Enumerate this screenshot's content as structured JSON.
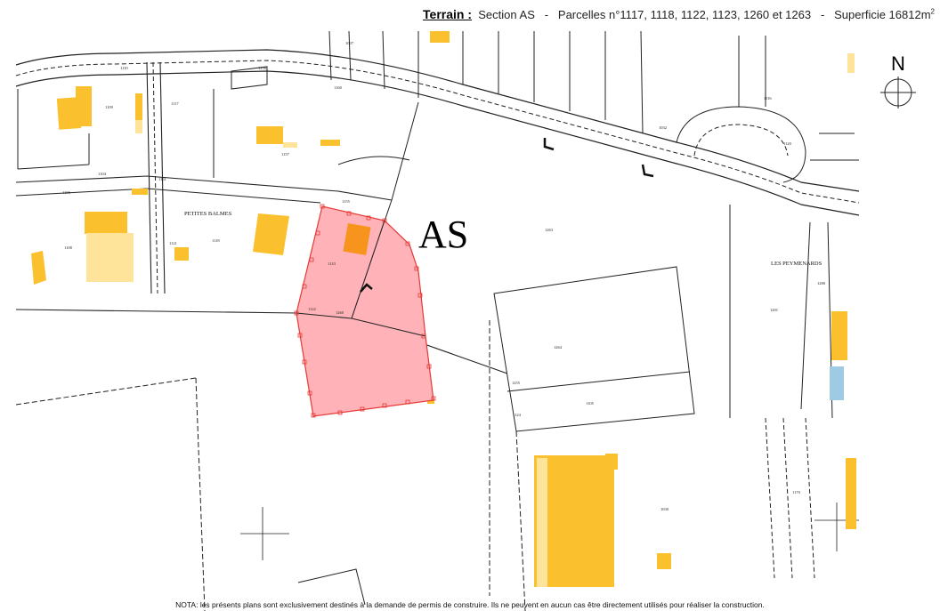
{
  "header": {
    "label": "Terrain :",
    "section": "Section AS",
    "sep": "-",
    "parcels": "Parcelles n°1117, 1118, 1122, 1123, 1260 et 1263",
    "area_prefix": "Superficie 16812m",
    "area_sup": "2"
  },
  "map": {
    "section_label": "AS",
    "places": {
      "petites_balmes": "PETITES BALMES",
      "les_peymenards": "LES PEYMENARDS"
    },
    "parcel_numbers": {
      "p1": "1109",
      "p2": "1110",
      "p3": "1117",
      "p4": "1158",
      "p5": "1157",
      "p6": "1118",
      "p7": "1123",
      "p8": "1122",
      "p9": "1260",
      "p10": "1263",
      "p11": "1264",
      "p12": "1105",
      "p13": "1108",
      "p14": "1121",
      "p15": "1155",
      "p16": "1201",
      "p17": "1280",
      "p18": "1030",
      "p19": "1255",
      "p20": "1160",
      "p21": "1007",
      "p22": "1032",
      "p23": "1161",
      "p24": "1170",
      "p25": "1104",
      "p26": "1106",
      "p27": "1116",
      "p28": "1120",
      "p29": "1124"
    },
    "colors": {
      "building": "#fbc02d",
      "building_light": "#fde49a",
      "building_orange": "#f7941d",
      "water": "#9ecbe3",
      "selection_fill": "#ffb3b8",
      "selection_stroke": "#e53935"
    }
  },
  "compass": {
    "letter": "N",
    "icon": "north-compass-icon"
  },
  "footer": {
    "note": "NOTA: les présents plans sont exclusivement destinés à la demande de permis de construire. Ils ne peuvent en aucun cas être directement utilisés pour réaliser la construction."
  }
}
